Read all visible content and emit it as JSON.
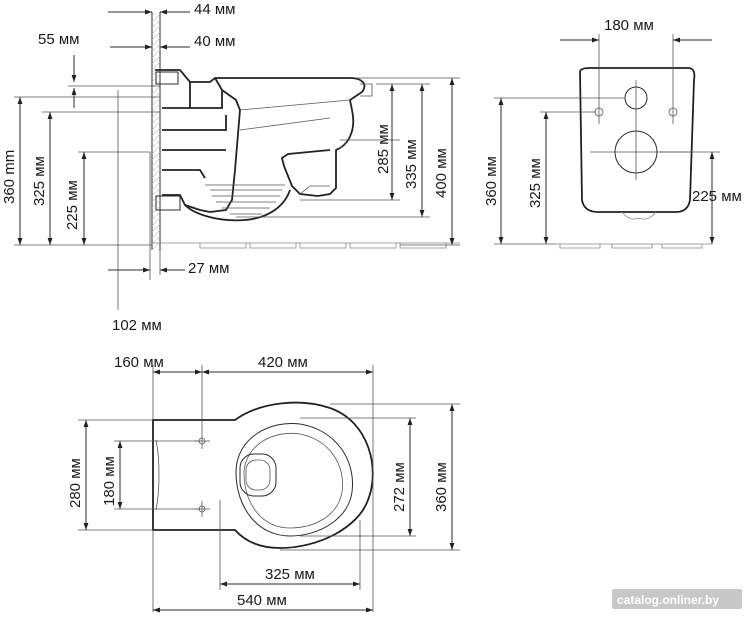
{
  "side_view": {
    "labels": {
      "d44": "44 мм",
      "d55": "55 мм",
      "d40": "40 мм",
      "d360": "360 mm",
      "d325": "325 мм",
      "d225": "225 мм",
      "d285": "285 мм",
      "d335": "335 мм",
      "d400": "400 мм",
      "d27": "27 мм",
      "d102": "102 мм"
    }
  },
  "front_view": {
    "labels": {
      "d180": "180 мм",
      "d360": "360 мм",
      "d325": "325 мм",
      "d225": "225 мм"
    }
  },
  "top_view": {
    "labels": {
      "d160": "160 мм",
      "d420": "420 мм",
      "d280": "280 мм",
      "d180": "180 мм",
      "d272": "272 мм",
      "d360": "360 мм",
      "d325": "325 мм",
      "d540": "540 мм"
    }
  },
  "watermark": "catalog.onliner.by"
}
